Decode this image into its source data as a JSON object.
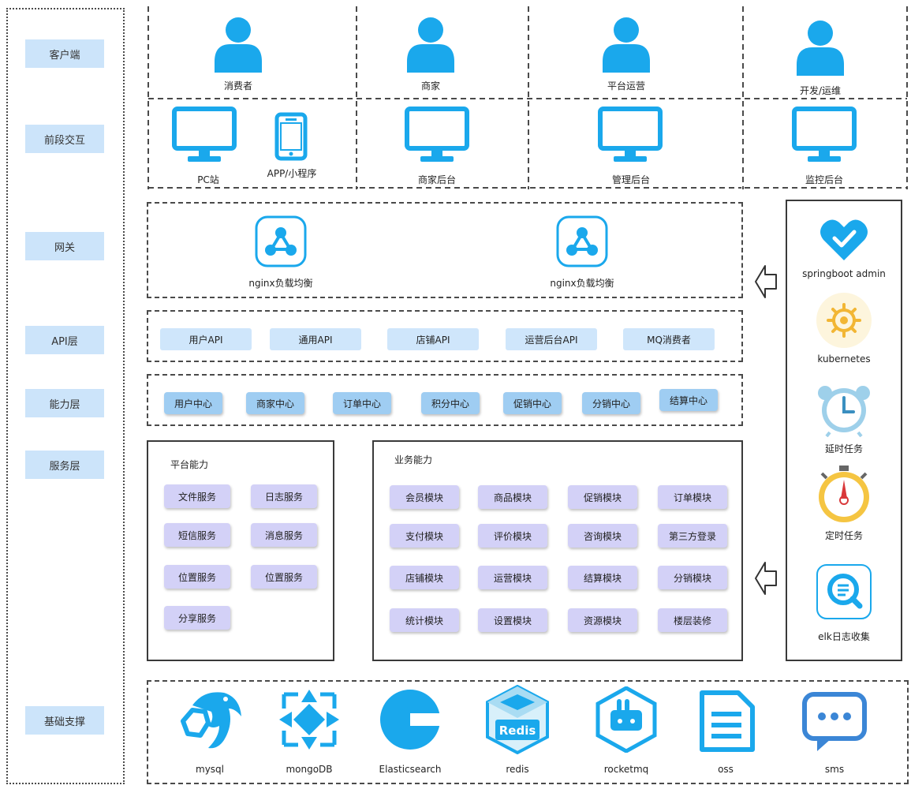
{
  "layers": [
    "客户端",
    "前段交互",
    "网关",
    "API层",
    "能力层",
    "服务层",
    "基础支撑"
  ],
  "clients": [
    "消费者",
    "商家",
    "平台运营",
    "开发/运维"
  ],
  "frontends": [
    "PC站",
    "APP/小程序",
    "商家后台",
    "管理后台",
    "监控后台"
  ],
  "gateways": [
    "nginx负载均衡",
    "nginx负载均衡"
  ],
  "apis": [
    "用户API",
    "通用API",
    "店铺API",
    "运营后台API",
    "MQ消费者"
  ],
  "capabilities": [
    "用户中心",
    "商家中心",
    "订单中心",
    "积分中心",
    "促销中心",
    "分销中心",
    "结算中心"
  ],
  "platform": {
    "title": "平台能力",
    "items": [
      "文件服务",
      "日志服务",
      "短信服务",
      "消息服务",
      "位置服务",
      "位置服务",
      "分享服务"
    ]
  },
  "business": {
    "title": "业务能力",
    "items": [
      "会员模块",
      "商品模块",
      "促销模块",
      "订单模块",
      "支付模块",
      "评价模块",
      "咨询模块",
      "第三方登录",
      "店铺模块",
      "运营模块",
      "结算模块",
      "分销模块",
      "统计模块",
      "设置模块",
      "资源模块",
      "楼层装修"
    ]
  },
  "ops": [
    "springboot admin",
    "kubernetes",
    "延时任务",
    "定时任务",
    "elk日志收集"
  ],
  "infra": [
    "mysql",
    "mongoDB",
    "Elasticsearch",
    "redis",
    "rocketmq",
    "oss",
    "sms"
  ],
  "redis_logo_text": "Redis",
  "colors": {
    "icon_blue": "#1aa8ec",
    "layer_label_bg": "#cce4fa"
  }
}
